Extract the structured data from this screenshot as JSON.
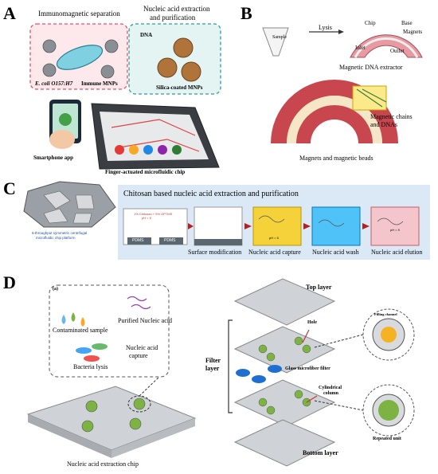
{
  "panels": {
    "A": {
      "label": "A",
      "immunomagnetic": "Immunomagnetic separation",
      "nucleic_title_1": "Nucleic acid extraction",
      "nucleic_title_2": "and purification",
      "ecoli": "E. coli O157:H7",
      "immune_mnps": "Immune MNPs",
      "dna": "DNA",
      "silica_mnps": "Silica-coated MNPs",
      "smartphone_app": "Smartphone app",
      "chip": "Finger-actuated microfluidic chip"
    },
    "B": {
      "label": "B",
      "sample": "Sample",
      "lysis": "Lysis",
      "chip": "Chip",
      "base": "Base",
      "magnets": "Magnets",
      "inlet": "Inlet",
      "outlet": "Outlet",
      "extractor": "Magnetic DNA extractor",
      "chains_1": "Magnetic chains",
      "chains_2": "and DNAs",
      "beads": "Magnets and magnetic beads"
    },
    "C": {
      "label": "C",
      "platform_1": "6-throughput symmetric centrifugal",
      "platform_2": "microfluidic chip platform",
      "title": "Chitosan based nucleic acid extraction and purification",
      "chitosan_label": "1% Chitosan + 5% GPTMS",
      "ph_label": "pH = 5",
      "pdms_1": "PDMS",
      "pdms_2": "PDMS",
      "step1": "Surface modification",
      "step2": "Nucleic acid capture",
      "step3": "Nucleic acid wash",
      "step4": "Nucleic acid elution",
      "ph5": "pH = 5",
      "ph9": "pH = 9"
    },
    "D": {
      "label": "D",
      "sub_a": "(a)",
      "purified": "Purified Nucleic acid",
      "contaminated": "Contaminated sample",
      "nucleic_capture_1": "Nucleic acid",
      "nucleic_capture_2": "capture",
      "bacteria_lysis": "Bacteria lysis",
      "chip_name": "Nucleic acid extraction chip",
      "top_layer": "Top layer",
      "filter_layer_1": "Filter",
      "filter_layer_2": "layer",
      "hole": "Hole",
      "filling_channel": "Filling channel",
      "glass_filter": "Glass microfiber filter",
      "cyl_1": "Cylindrical",
      "cyl_2": "column",
      "repeated_unit": "Repeated unit",
      "bottom_layer": "Bottom layer"
    }
  },
  "colors": {
    "pink_dash": "#e0506a",
    "teal_dash": "#2a9d9d",
    "magnet_red": "#c8464e",
    "blue_panel": "#dbe9f7",
    "arrow_red": "#b22222",
    "yellow": "#f5d23a",
    "green_dot": "#7cb342",
    "filter_blue": "#1f6fd1",
    "gray_plate": "#cfd2d6"
  }
}
